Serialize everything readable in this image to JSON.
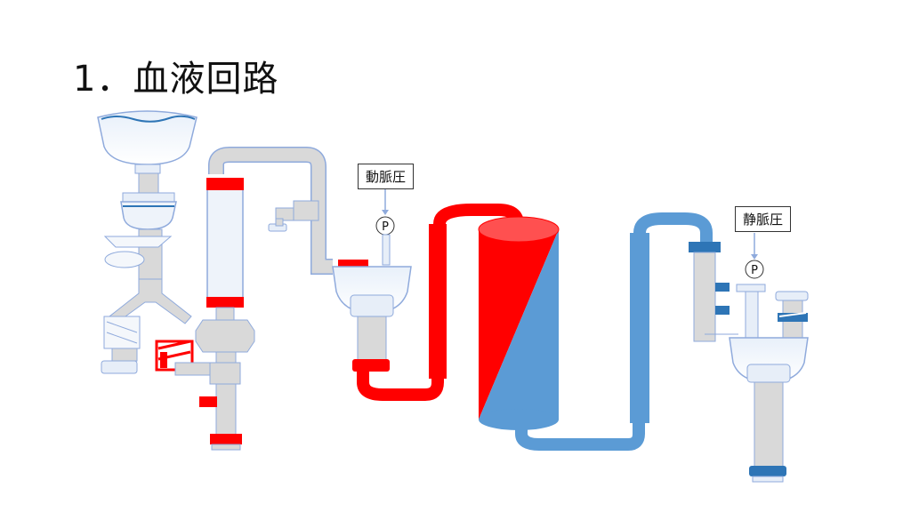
{
  "slide": {
    "title": "1．血液回路"
  },
  "labels": {
    "arterial_pressure": "動脈圧",
    "venous_pressure": "静脈圧",
    "gauge_symbol": "P"
  },
  "colors": {
    "arterial_red": "#ff0000",
    "venous_blue": "#5b9bd5",
    "dark_blue": "#2e75b6",
    "tube_gray": "#d9d9d9",
    "outline_blue": "#8faadc",
    "chamber_light": "#eef3fa"
  }
}
